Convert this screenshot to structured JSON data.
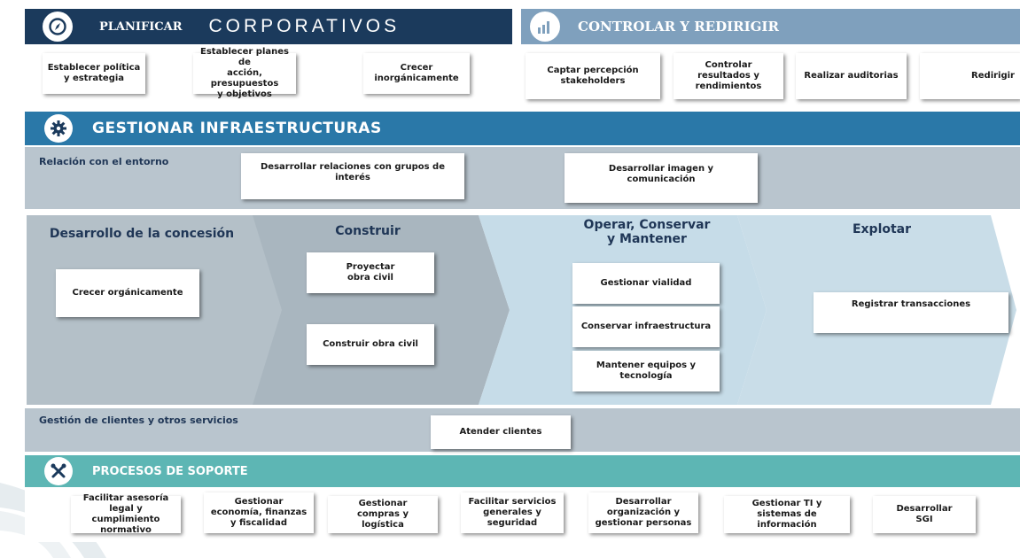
{
  "colors": {
    "navy": "#1b3a5c",
    "steel": "#7fa0bd",
    "blue": "#2a78a8",
    "band_gray": "#b9c5ce",
    "stage_gray": "#b4c0c8",
    "stage_gray2": "#a9b6bf",
    "stage_light": "#c6dce8",
    "stage_light2": "#c9dde8",
    "teal": "#5db6b4"
  },
  "header_plan": {
    "icon": "compass-icon",
    "label": "PLANIFICAR",
    "title": "CORPORATIVOS"
  },
  "header_control": {
    "icon": "bar-chart-icon",
    "label": "CONTROLAR Y REDIRIGIR"
  },
  "plan_boxes": [
    "Establecer política\ny estrategia",
    "Establecer planes de\nacción, presupuestos\ny objetivos",
    "Crecer\ninorgánicamente"
  ],
  "control_boxes": [
    "Captar percepción\nstakeholders",
    "Controlar\nresultados y\nrendimientos",
    "Realizar auditorias",
    "Redirigir"
  ],
  "infra_header": {
    "icon": "gear-icon",
    "label": "GESTIONAR INFRAESTRUCTURAS"
  },
  "entorno": {
    "label": "Relación con el entorno",
    "boxes": [
      "Desarrollar relaciones con grupos de\ninterés",
      "Desarrollar imagen y\ncomunicación"
    ]
  },
  "stages": [
    {
      "title": "Desarrollo de la concesión",
      "boxes": [
        "Crecer orgánicamente"
      ]
    },
    {
      "title": "Construir",
      "boxes": [
        "Proyectar\nobra civil",
        "Construir obra civil"
      ]
    },
    {
      "title": "Operar, Conservar\ny Mantener",
      "boxes": [
        "Gestionar vialidad",
        "Conservar infraestructura",
        "Mantener equipos y\ntecnología"
      ]
    },
    {
      "title": "Explotar",
      "boxes": [
        "Registrar transacciones"
      ]
    }
  ],
  "clientes": {
    "label": "Gestión de clientes y otros servicios",
    "box": "Atender clientes"
  },
  "soporte_header": {
    "icon": "tools-icon",
    "label": "PROCESOS DE SOPORTE"
  },
  "soporte_boxes": [
    "Facilitar asesoría\nlegal y cumplimiento\nnormativo",
    "Gestionar\neconomía, finanzas\ny  fiscalidad",
    "Gestionar\ncompras y\nlogística",
    "Facilitar servicios\ngenerales y\nseguridad",
    "Desarrollar\norganización y\ngestionar personas",
    "Gestionar TI y\nsistemas de\ninformación",
    "Desarrollar\nSGI"
  ]
}
